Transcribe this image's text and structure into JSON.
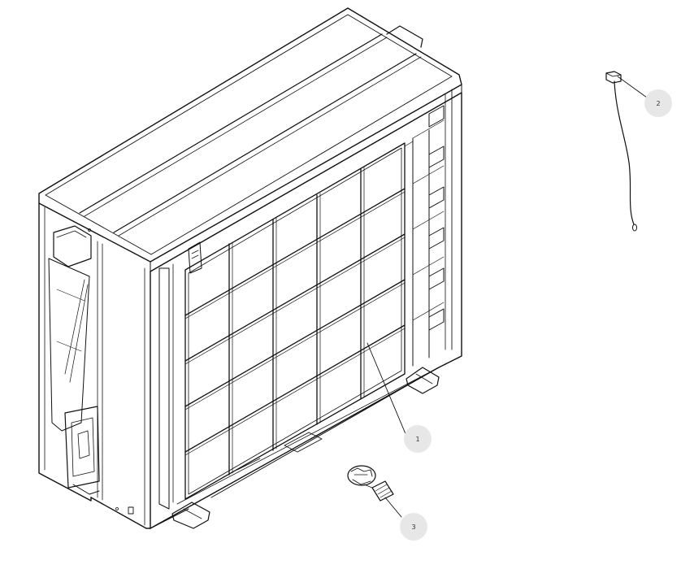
{
  "diagram": {
    "callouts": [
      {
        "id": "callout-1",
        "label": "1",
        "part": "front-grille"
      },
      {
        "id": "callout-2",
        "label": "2",
        "part": "sensor-cable"
      },
      {
        "id": "callout-3",
        "label": "3",
        "part": "drain-plug"
      }
    ]
  },
  "colors": {
    "line": "#111111",
    "callout_fill": "#e7e7e7",
    "background": "#ffffff"
  }
}
